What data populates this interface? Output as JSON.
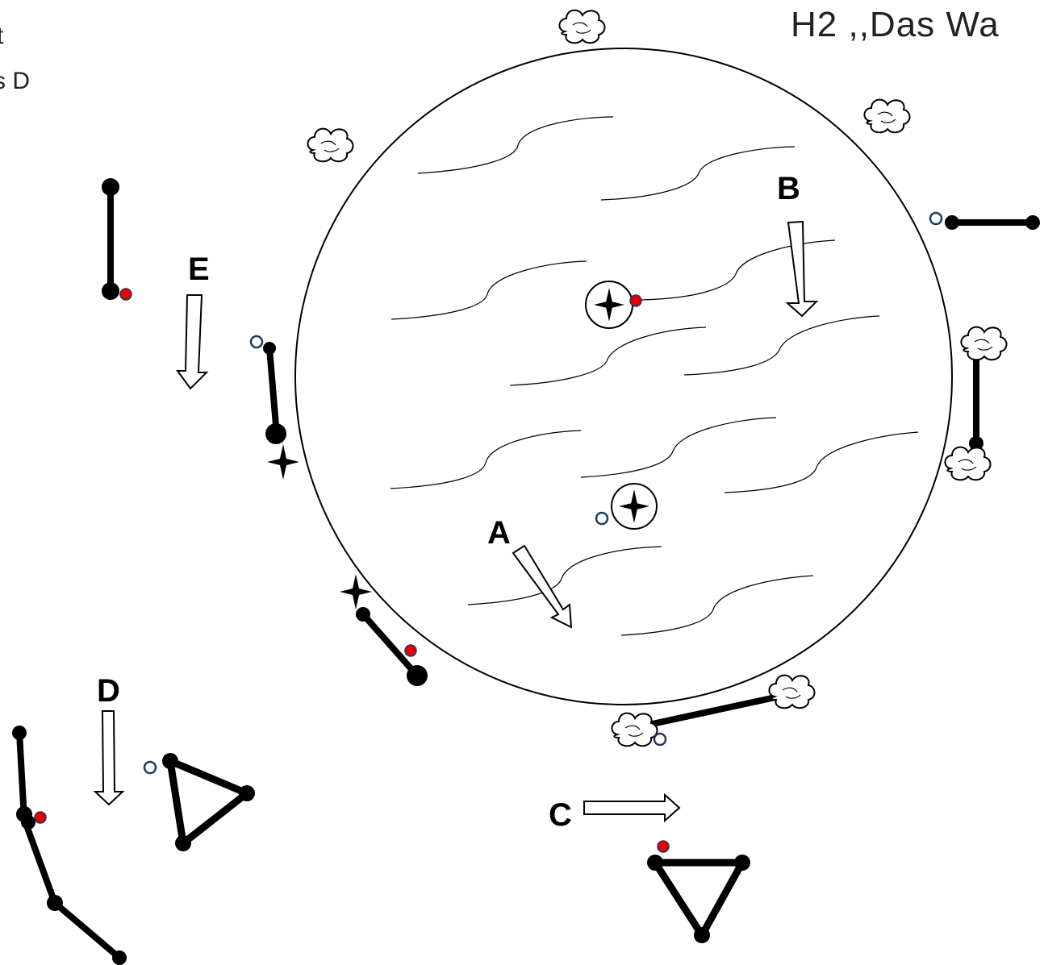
{
  "title": "H2 ,,Das Wa",
  "side_text": {
    "line1": "t",
    "line2": "s D"
  },
  "labels": {
    "a": "A",
    "b": "B",
    "c": "C",
    "d": "D",
    "e": "E"
  },
  "colors": {
    "ink": "#000000",
    "red_dot": "#e60000",
    "open_dot": "#1f3a5f",
    "paper": "#ffffff"
  }
}
